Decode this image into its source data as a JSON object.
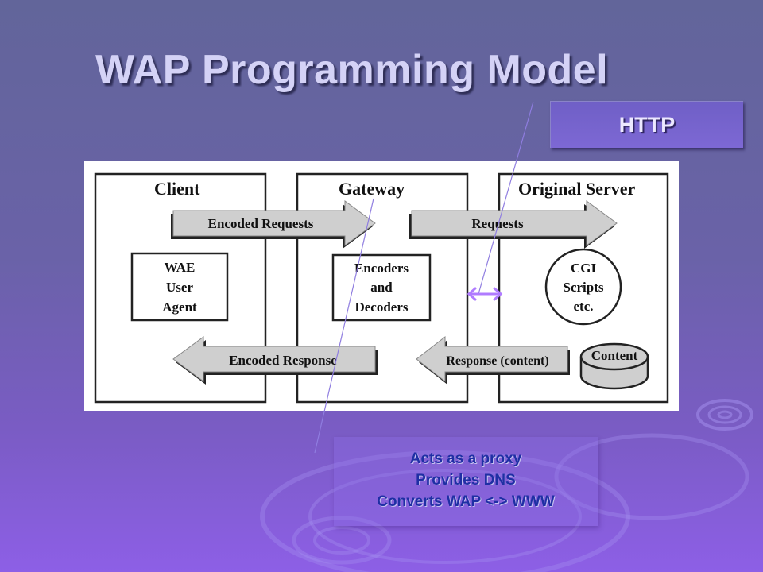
{
  "title": "WAP Programming Model",
  "http_label": "HTTP",
  "diagram": {
    "columns": [
      "Client",
      "Gateway",
      "Original Server"
    ],
    "arrows": {
      "encoded_requests": "Encoded Requests",
      "requests": "Requests",
      "encoded_response": "Encoded Response",
      "response_content": "Response (content)"
    },
    "client_box": [
      "WAE",
      "User",
      "Agent"
    ],
    "gateway_box": [
      "Encoders",
      "and",
      "Decoders"
    ],
    "server_circle": [
      "CGI",
      "Scripts",
      "etc."
    ],
    "server_cylinder": "Content"
  },
  "proxy_notes": [
    "Acts as a proxy",
    "Provides DNS",
    "Converts WAP <-> WWW"
  ],
  "colors": {
    "accent_arrow": "#b07cff",
    "pointer_line": "#8f7de0",
    "proxy_text": "#1f2fa4"
  }
}
